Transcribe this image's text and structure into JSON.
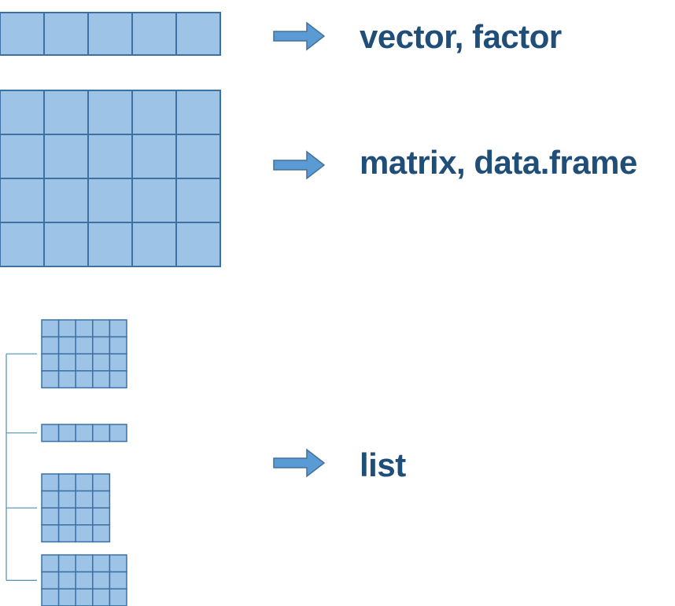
{
  "labels": {
    "vector": "vector, factor",
    "matrix": "matrix, data.frame",
    "list": "list"
  },
  "colors": {
    "cell_fill": "#9dc3e6",
    "cell_stroke": "#3d70a3",
    "arrow_fill": "#5b9bd5",
    "arrow_stroke": "#41719c",
    "bracket": "#4f91b0",
    "text": "#1f4e79"
  },
  "structures": {
    "vector": {
      "rows": 1,
      "cols": 5
    },
    "matrix": {
      "rows": 4,
      "cols": 5
    },
    "list_items": [
      {
        "rows": 4,
        "cols": 5
      },
      {
        "rows": 1,
        "cols": 5
      },
      {
        "rows": 4,
        "cols": 4
      },
      {
        "rows": 3,
        "cols": 5
      }
    ]
  }
}
